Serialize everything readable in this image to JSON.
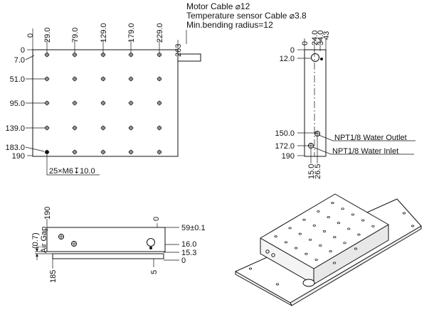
{
  "cable_notes": [
    "Motor Cable ⌀12",
    "Temperature sensor Cable ⌀3.8",
    "Min.bending radius=12"
  ],
  "top_view": {
    "x_ticks": [
      "0",
      "29.0",
      "79.0",
      "129.0",
      "179.0",
      "229.0",
      "263"
    ],
    "y_ticks": [
      "0",
      "7.0",
      "51.0",
      "95.0",
      "139.0",
      "183.0",
      "190"
    ],
    "hole_note": "25×M6↧10.0"
  },
  "side_view": {
    "top_ticks": [
      "0",
      "24.0",
      "34.0",
      "43"
    ],
    "y_ticks": [
      "0",
      "12.0",
      "150.0",
      "172.0",
      "190"
    ],
    "bottom_ticks": [
      "15.0",
      "26.5"
    ],
    "water_outlet": "NPT1/8 Water Outlet",
    "water_inlet": "NPT1/8 Water Inlet"
  },
  "front_view": {
    "top_ticks": [
      "190",
      "0"
    ],
    "bottom_ticks": [
      "185",
      "5"
    ],
    "right_dims": [
      "59±0.1",
      "16.0",
      "15.3",
      "0"
    ],
    "air_gap_value": "(0.7)",
    "air_gap_label": "Air Gap"
  }
}
